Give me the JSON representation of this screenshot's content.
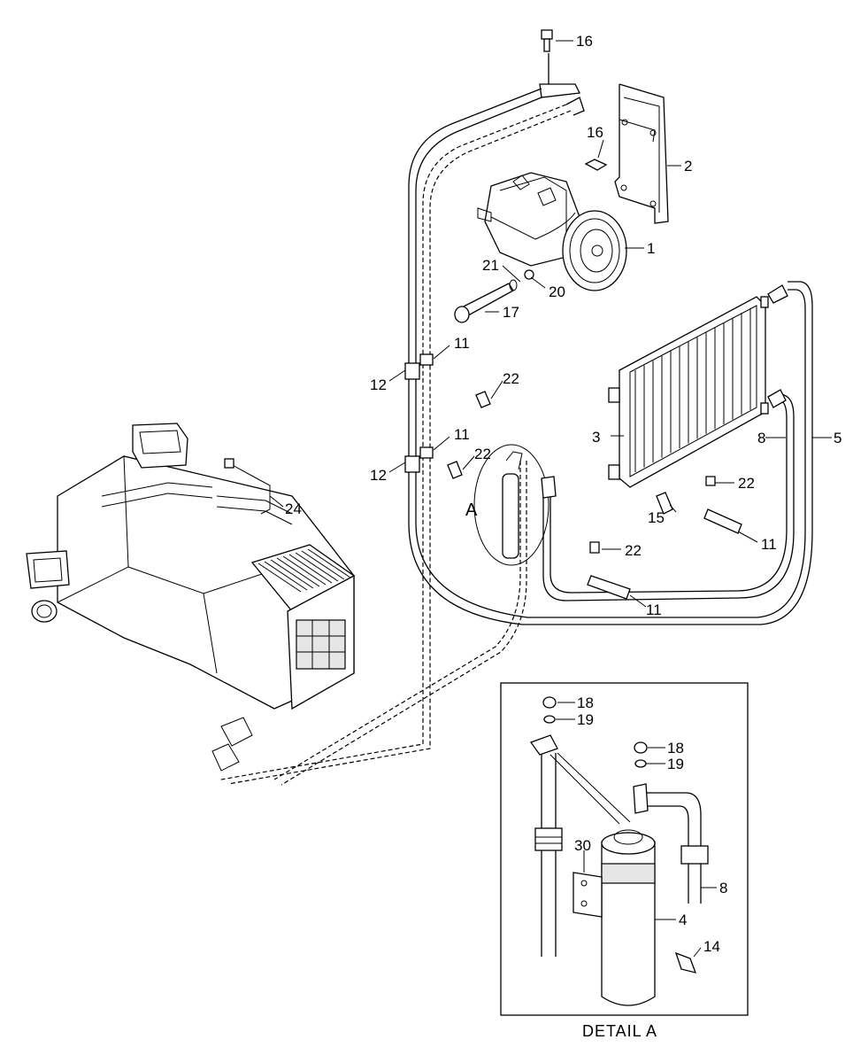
{
  "labels": {
    "l1": "1",
    "l2": "2",
    "l3": "3",
    "l4": "4",
    "l5": "5",
    "l8": "8",
    "l8b": "8",
    "l11a": "11",
    "l11b": "11",
    "l11c": "11",
    "l11d": "11",
    "l12a": "12",
    "l12b": "12",
    "l14": "14",
    "l15": "15",
    "l16a": "16",
    "l16b": "16",
    "l17": "17",
    "l18a": "18",
    "l18b": "18",
    "l19a": "19",
    "l19b": "19",
    "l20": "20",
    "l21": "21",
    "l22a": "22",
    "l22b": "22",
    "l22c": "22",
    "l22d": "22",
    "l24": "24",
    "l30": "30"
  },
  "detail_marker": "A",
  "detail_caption": "DETAIL  A"
}
